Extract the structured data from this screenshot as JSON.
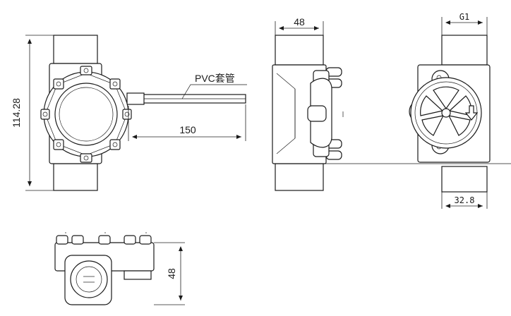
{
  "labels": {
    "pvc_sleeve": "PVC套管",
    "length": "150",
    "height": "114.28",
    "width_top": "48",
    "width_side": "48",
    "thread": "G1",
    "thread_length": "32.8"
  },
  "icons": {
    "flow_direction": "down-arrow-icon"
  },
  "colors": {
    "line": "#1a1a1a",
    "background": "#ffffff"
  }
}
